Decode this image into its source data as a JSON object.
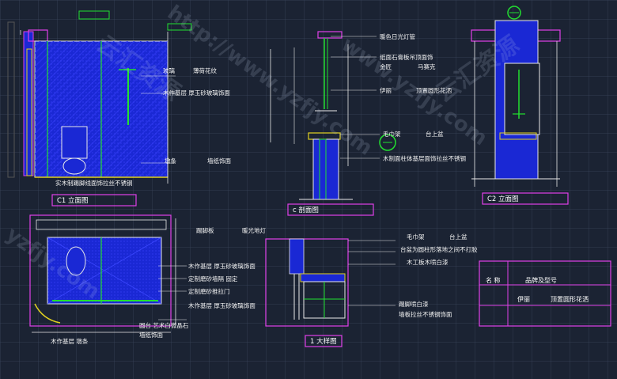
{
  "labels": {
    "c1_l1": "玻璃",
    "c1_l2": "薄荷花纹",
    "c1_l3": "木作基层 厚玉砂玻璃饰面",
    "c1_l4": "墩条",
    "c1_l5": "墙纸饰面",
    "c1_l6": "实木制踢脚线面饰拉丝不锈钢",
    "s_l1": "暖色日光灯管",
    "s_l2": "纸面石膏板吊顶面饰",
    "s_l3": "金匠",
    "s_l4": "马赛克",
    "s_l5": "伊丽",
    "s_l6": "顶置圆形花洒",
    "s_l7": "毛巾架",
    "s_l8": "台上盆",
    "s_l9": "木制面柱体基层面饰拉丝不锈钢",
    "p_l1": "踢脚板",
    "p_l2": "暖光地灯",
    "p_l3": "木作基层 厚玉砂玻璃饰面",
    "p_l4": "定制磨砂墙隔 固定",
    "p_l5": "定制磨砂推拉门",
    "p_l6": "木作基层 厚玉砂玻璃饰面",
    "p_l7": "圆台 艺术白微晶石",
    "p_l8": "墙纸饰面",
    "p_l9": "木作基层 墩条",
    "d_l1": "毛巾架",
    "d_l2": "台上盆",
    "d_l3": "台盆为圆柱形落地之间不打胶",
    "d_l4": "木工板木喷白漆",
    "d_l5": "踢脚喷白漆",
    "d_l6": "墙板拉丝不锈钢饰面"
  },
  "titles": {
    "c1": "C1 立面图",
    "sec": "c 剖面图",
    "c2": "C2 立面图",
    "detail": "1 大样图"
  },
  "table": {
    "h_name": "名  称",
    "h_model": "品牌及型号",
    "r1_name": "伊丽",
    "r1_model": "顶置圆形花洒"
  },
  "watermarks": {
    "w1": "云汇资源",
    "w2": "http://www.yzfjy.com",
    "w3": "www.yzfjy.com",
    "w4": "yzfjy.com",
    "w5": "云汇资源"
  },
  "colors": {
    "fill_blue": "#1a28d4",
    "outline_magenta": "#e040e8",
    "accent_green": "#22e030",
    "line_white": "#e8e8e8"
  }
}
